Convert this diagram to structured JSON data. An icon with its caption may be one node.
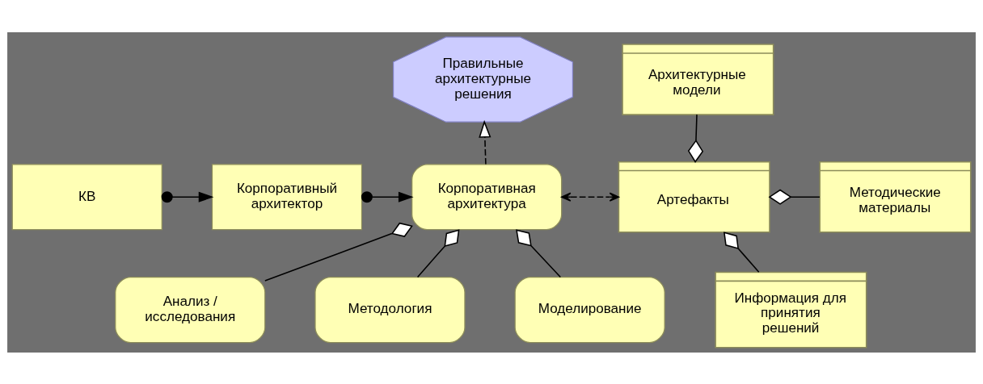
{
  "diagram": {
    "nodes": [
      {
        "text": [
          "КВ"
        ]
      },
      {
        "text": [
          "Корпоративный архитектор"
        ]
      },
      {
        "text": [
          "Корпоративная архитектура"
        ]
      },
      {
        "text": [
          "Правильные архитектурные решения"
        ]
      },
      {
        "text": [
          "Артефакты"
        ]
      },
      {
        "text": [
          "Архитектурные модели"
        ]
      },
      {
        "text": [
          "Методические материалы"
        ]
      },
      {
        "text": [
          "Информация для принятия решений"
        ]
      },
      {
        "text": [
          "Анализ / исследования"
        ]
      },
      {
        "text": [
          "Методология"
        ]
      },
      {
        "text": [
          "Моделирование"
        ]
      }
    ],
    "edges": [
      {
        "from": 0,
        "to": 1,
        "arrow": "to"
      },
      {
        "from": 1,
        "to": 2,
        "arrow": "to"
      },
      {
        "from": 2,
        "to": 3,
        "arrow": "to",
        "style": "dashed"
      },
      {
        "from": 2,
        "to": 4,
        "arrow": "both",
        "style": "dashed"
      },
      {
        "from": 4,
        "to": 5,
        "arrow": "other"
      },
      {
        "from": 4,
        "to": 6,
        "arrow": "other"
      },
      {
        "from": 4,
        "to": 7,
        "arrow": "other"
      },
      {
        "from": 2,
        "to": 8,
        "arrow": "other"
      },
      {
        "from": 2,
        "to": 9,
        "arrow": "other"
      },
      {
        "from": 2,
        "to": 10,
        "arrow": "other"
      }
    ]
  }
}
